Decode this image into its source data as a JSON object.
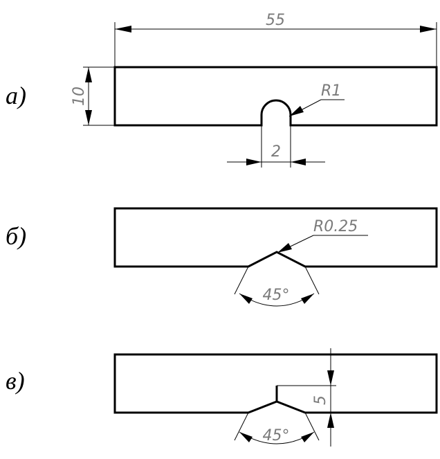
{
  "labels": {
    "a": "а)",
    "b": "б)",
    "c": "в)"
  },
  "specimen_a": {
    "length": "55",
    "height": "10",
    "notch_radius": "R1",
    "notch_width": "2"
  },
  "specimen_b": {
    "notch_radius": "R0.25",
    "notch_angle": "45°"
  },
  "specimen_c": {
    "notch_depth": "5",
    "notch_angle": "45°"
  }
}
